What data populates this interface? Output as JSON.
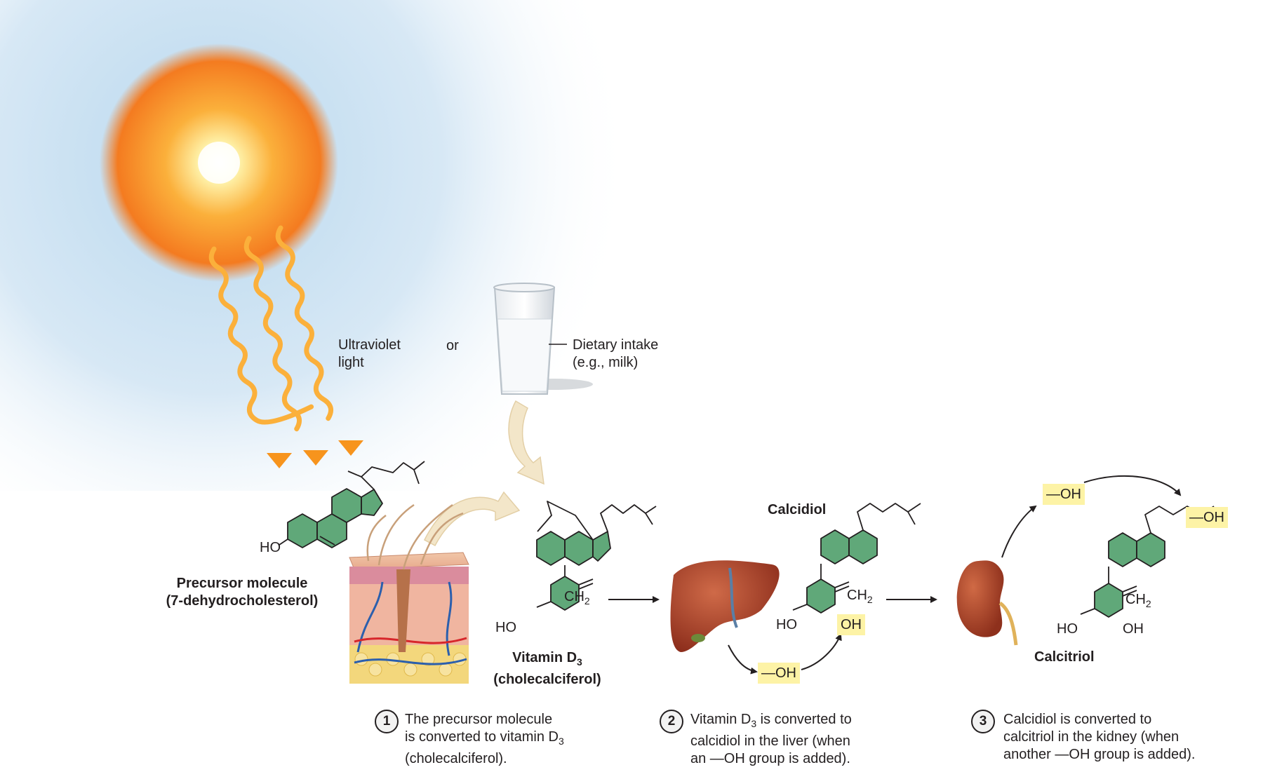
{
  "sources": {
    "uv_line1": "Ultraviolet",
    "uv_line2": "light",
    "or": "or",
    "diet_line1": "Dietary intake",
    "diet_line2": "(e.g., milk)"
  },
  "molecules": {
    "precursor_line1": "Precursor molecule",
    "precursor_line2": "(7-dehydrocholesterol)",
    "vitd_line1_pre": "Vitamin D",
    "vitd_line1_sub": "3",
    "vitd_line2": "(cholecalciferol)",
    "calcidiol": "Calcidiol",
    "calcitriol": "Calcitriol"
  },
  "chem_labels": {
    "ho": "HO",
    "oh": "OH",
    "ch2": "CH",
    "ch2_sub": "2",
    "oh_group": "—OH"
  },
  "steps": [
    {
      "number": "1",
      "lines": [
        "The precursor molecule",
        "is converted to vitamin D",
        "(cholecalciferol)."
      ],
      "sub_line": 1,
      "sub": "3"
    },
    {
      "number": "2",
      "lines": [
        "Vitamin D",
        "calcidiol in the liver (when",
        "an —OH group is added)."
      ],
      "line0_suffix": " is converted to",
      "sub_line": 0,
      "sub": "3"
    },
    {
      "number": "3",
      "lines": [
        "Calcidiol is converted to",
        "calcitriol in the kidney (when",
        "another —OH group is added)."
      ]
    }
  ],
  "colors": {
    "ring_fill": "#4f9e6a",
    "highlight": "#fdf3a6",
    "sun_core": "#ffffff",
    "sun_outer": "#f58220",
    "arrow_uv": "#f7941d",
    "organ": "#b5472e"
  }
}
